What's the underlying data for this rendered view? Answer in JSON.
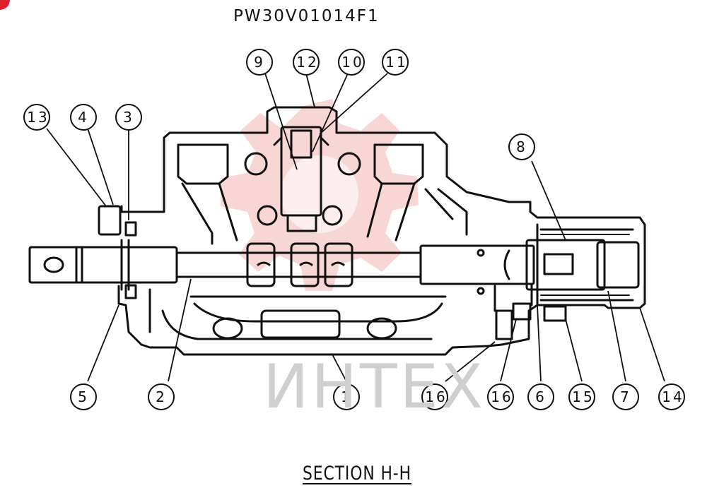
{
  "drawing_code": "PW30V01014F1",
  "section_title": "SECTION H-H",
  "watermark_text": "ИНТЕХ",
  "colors": {
    "line": "#111111",
    "watermark_red": "#f2b5b5",
    "watermark_gray": "#cfcfcf",
    "corner_badge": "#e0202a"
  },
  "callouts": [
    {
      "id": "c9",
      "label": "9"
    },
    {
      "id": "c12",
      "label": "12"
    },
    {
      "id": "c10",
      "label": "10"
    },
    {
      "id": "c11",
      "label": "11"
    },
    {
      "id": "c13",
      "label": "13"
    },
    {
      "id": "c4",
      "label": "4"
    },
    {
      "id": "c3",
      "label": "3"
    },
    {
      "id": "c8",
      "label": "8"
    },
    {
      "id": "c5",
      "label": "5"
    },
    {
      "id": "c2",
      "label": "2"
    },
    {
      "id": "c1",
      "label": "1"
    },
    {
      "id": "c16a",
      "label": "16"
    },
    {
      "id": "c16b",
      "label": "16"
    },
    {
      "id": "c6",
      "label": "6"
    },
    {
      "id": "c15",
      "label": "15"
    },
    {
      "id": "c7",
      "label": "7"
    },
    {
      "id": "c14",
      "label": "14"
    }
  ]
}
